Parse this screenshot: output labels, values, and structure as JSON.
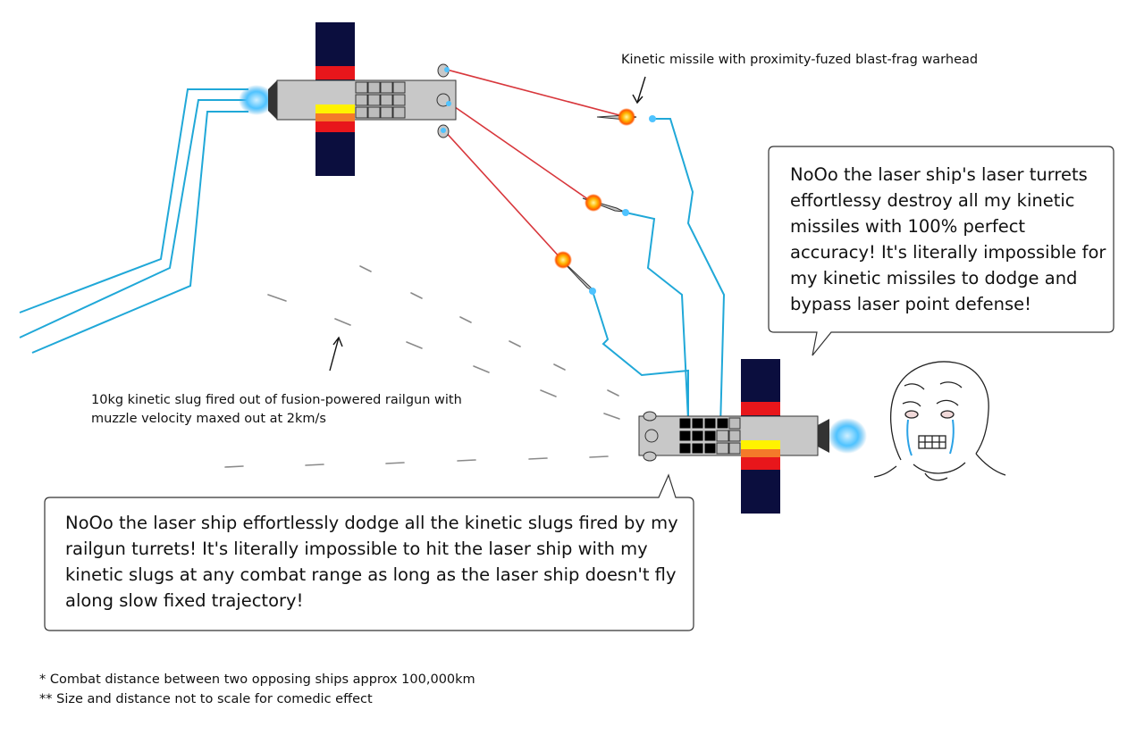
{
  "annotations": {
    "missile_label": "Kinetic missile with proximity-fuzed blast-frag warhead",
    "slug_label_line1": "10kg kinetic slug fired out of fusion-powered railgun with",
    "slug_label_line2": "muzzle velocity maxed out at 2km/s"
  },
  "bubbles": {
    "laser_ship_bubble": [
      "NoOo the laser ship's laser turrets",
      "effortlessy destroy all my kinetic",
      "missiles with 100% perfect",
      "accuracy! It's literally impossible for",
      "my kinetic missiles to dodge and",
      "bypass laser point defense!"
    ],
    "railgun_bubble": [
      "NoOo the laser ship effortlessly dodge all the kinetic slugs fired by my",
      "railgun turrets! It's literally impossible to hit the laser ship with my",
      "kinetic slugs at any combat range as long as the laser ship doesn't fly",
      "along slow fixed trajectory!"
    ]
  },
  "footnotes": {
    "note1": "* Combat distance between two opposing ships approx 100,000km",
    "note2": "** Size and distance not to scale for comedic effect"
  },
  "colors": {
    "laser_beam": "#d8373c",
    "engine_trail": "#20a8d8",
    "solar_panel": "#0b0e3e",
    "hull": "#c8c8c8",
    "radiator_red": "#e8161b",
    "radiator_orange": "#f47a2a",
    "radiator_yellow": "#fff200"
  },
  "icons": [
    "ship-icon",
    "missile-icon",
    "explosion-icon",
    "crying-wojak-icon",
    "arrow-icon"
  ]
}
